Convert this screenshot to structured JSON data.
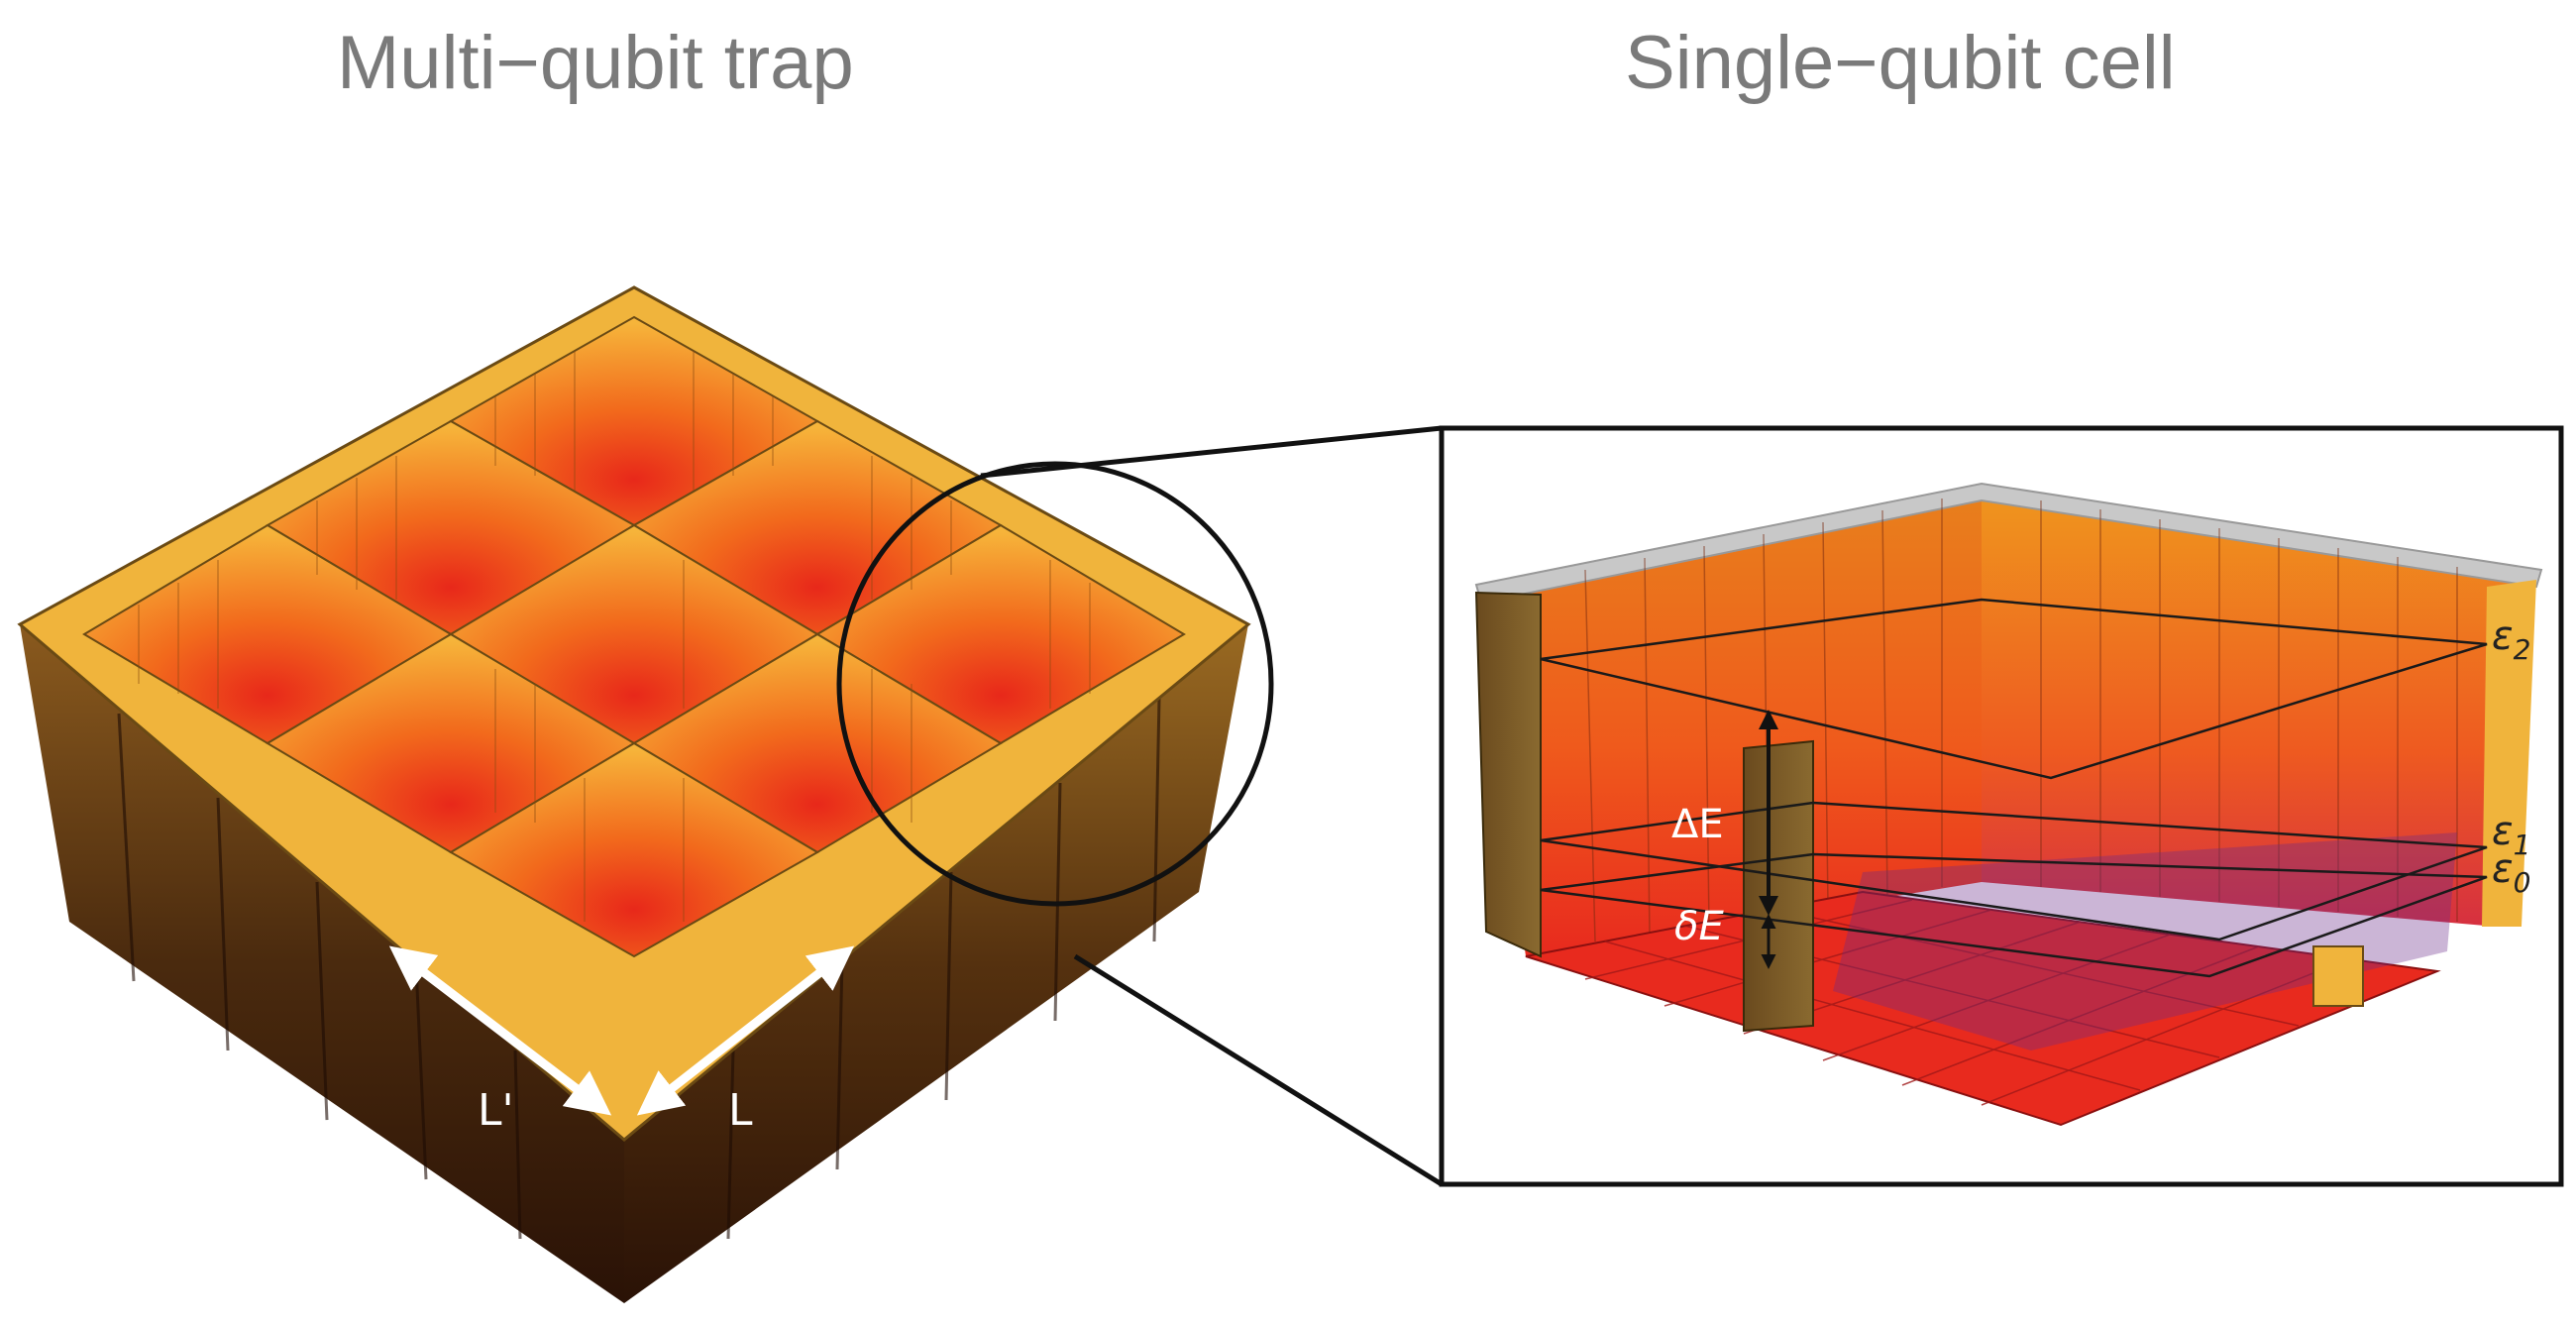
{
  "titles": {
    "left": "Multi−qubit trap",
    "right": "Single−qubit cell"
  },
  "trap_labels": {
    "l_prime": "L'",
    "l": "L"
  },
  "cell_labels": {
    "delta_E": "ΔE",
    "small_delta_E": "δE",
    "levels": [
      {
        "sym": "ε",
        "sub": "2"
      },
      {
        "sym": "ε",
        "sub": "1"
      },
      {
        "sym": "ε",
        "sub": "0"
      }
    ]
  },
  "colors": {
    "title_text": "#7a7a7a",
    "rim_gold": "#f0b43c",
    "well_orange": "#f08a1e",
    "well_red": "#e8281a",
    "side_dark": "#4a2a0e",
    "cell_floor": "#e82a1e",
    "wall_olive": "#7a5a2a",
    "frame": "#111111",
    "arrow_white": "#ffffff",
    "label_white": "#ffffff",
    "level_line": "#1a1a1a"
  },
  "icons": {
    "arrows": "double-headed-arrow",
    "zoom": "magnifier-circle"
  }
}
